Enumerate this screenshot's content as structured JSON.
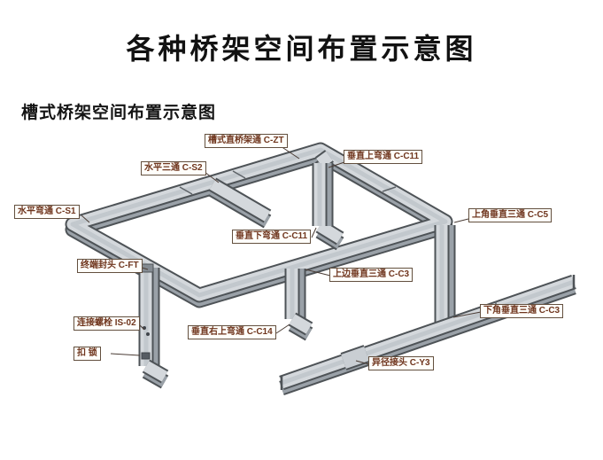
{
  "page": {
    "title": "各种桥架空间布置示意图",
    "subtitle": "槽式桥架空间布置示意图"
  },
  "diagram": {
    "type": "isometric-cable-tray-layout",
    "labels": [
      {
        "id": "c-zt",
        "text": "槽式直桥架通 C-ZT"
      },
      {
        "id": "c-s2",
        "text": "水平三通 C-S2"
      },
      {
        "id": "c-c11-up",
        "text": "垂直上弯通 C-C11"
      },
      {
        "id": "c-s1",
        "text": "水平弯通 C-S1"
      },
      {
        "id": "c-c5",
        "text": "上角垂直三通 C-C5"
      },
      {
        "id": "c-c11-down",
        "text": "垂直下弯通 C-C11"
      },
      {
        "id": "c-ft",
        "text": "终端封头 C-FT"
      },
      {
        "id": "c-c3-up",
        "text": "上边垂直三通 C-C3"
      },
      {
        "id": "c-c3-down",
        "text": "下角垂直三通 C-C3"
      },
      {
        "id": "is-02",
        "text": "连接螺栓 IS-02"
      },
      {
        "id": "c-c14",
        "text": "垂直右上弯通 C-C14"
      },
      {
        "id": "lock",
        "text": "扣 锁"
      },
      {
        "id": "y-3",
        "text": "异径接头 C-Y3"
      }
    ],
    "colors": {
      "tray_top": "#d4d8dc",
      "tray_side": "#9aa1a8",
      "outline": "#4e5357",
      "label_text": "#6f351d"
    }
  }
}
